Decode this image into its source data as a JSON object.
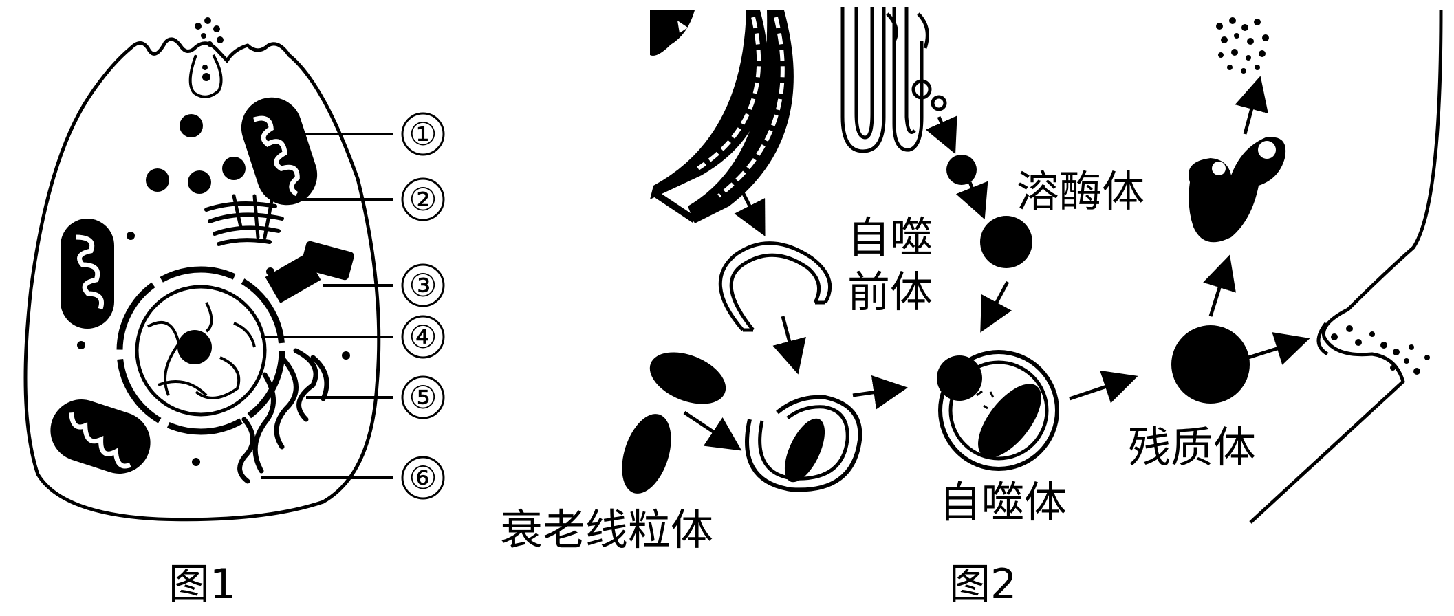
{
  "figure1": {
    "caption": "图1",
    "markers": [
      "①",
      "②",
      "③",
      "④",
      "⑤",
      "⑥"
    ]
  },
  "figure2": {
    "caption": "图2",
    "labels": {
      "lysosome": "溶酶体",
      "preautophagosome_line1": "自噬",
      "preautophagosome_line2": "前体",
      "residual_body": "残质体",
      "autophagosome": "自噬体",
      "aging_mitochondria": "衰老线粒体"
    }
  }
}
